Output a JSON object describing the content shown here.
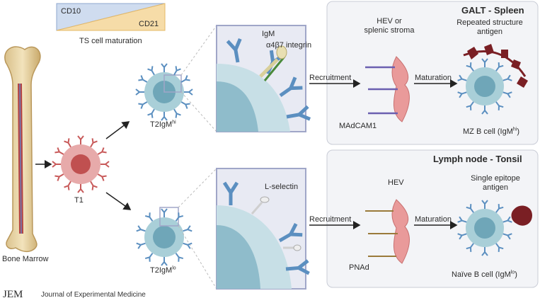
{
  "maturation_bar": {
    "cd10": "CD10",
    "cd21": "CD21",
    "caption": "TS cell maturation",
    "colors": {
      "cd10": "#cfdcef",
      "cd21": "#f6dca8"
    }
  },
  "bone_marrow": {
    "label": "Bone Marrow"
  },
  "t1": {
    "label": "T1"
  },
  "t2_hi": {
    "label": "T2IgM",
    "sup": "hi"
  },
  "t2_lo": {
    "label": "T2IgM",
    "sup": "lo"
  },
  "zoom_top": {
    "igm": "IgM",
    "integrin": "α4β7 integrin"
  },
  "zoom_bottom": {
    "lselectin": "L-selectin"
  },
  "galt": {
    "title": "GALT - Spleen",
    "hev": "HEV or\nsplenic stroma",
    "antigen": "Repeated structure\nantigen",
    "recruitment": "Recruitment",
    "maturation": "Maturation",
    "ligand": "MAdCAM1",
    "cell": "MZ B cell (IgM",
    "cell_sup": "hi",
    "cell_end": ")"
  },
  "lymph": {
    "title": "Lymph node - Tonsil",
    "hev": "HEV",
    "antigen": "Single epitope\nantigen",
    "recruitment": "Recruitment",
    "maturation": "Maturation",
    "ligand": "PNAd",
    "cell": "Naïve B cell (IgM",
    "cell_sup": "lo",
    "cell_end": ")"
  },
  "footer": {
    "logo": "JEM",
    "journal": "Journal of Experimental Medicine"
  },
  "colors": {
    "b_cell": "#a9cfd8",
    "b_nucleus": "#6fa6b8",
    "antibody": "#5b8fc0",
    "t1_cell": "#d77a7a",
    "hev": "#e99a9a",
    "madcam": "#6b5fb0",
    "pnad": "#9a7a3a",
    "antigen": "#7a1f24"
  }
}
